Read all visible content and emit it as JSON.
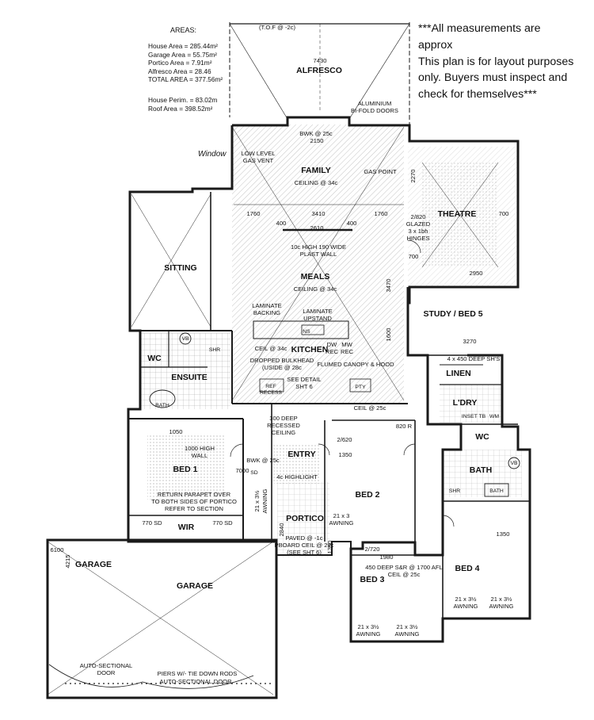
{
  "areas": {
    "heading": "AREAS:",
    "house_area": "House Area = 285.44m²",
    "garage_area": "Garage Area = 55.75m²",
    "portico_area": "Portico Area = 7.91m²",
    "alfresco_area": "Alfresco Area = 28.46",
    "total_area": "TOTAL AREA = 377.56m²",
    "house_perim": "House Perim. = 83.02m",
    "roof_area": "Roof Area = 398.52m²"
  },
  "disclaimer": {
    "line1": "***All measurements are",
    "line2": "approx",
    "line3": "This plan is for layout purposes",
    "line4": "only. Buyers must inspect and",
    "line5": "check for themselves***"
  },
  "rooms": {
    "alfresco": "ALFRESCO",
    "family": "FAMILY",
    "theatre": "THEATRE",
    "sitting": "SITTING",
    "meals": "MEALS",
    "kitchen": "KITCHEN",
    "study": "STUDY / BED 5",
    "linen": "LINEN",
    "ldry": "L'DRY",
    "ensuite": "ENSUITE",
    "wc1": "WC",
    "wc2": "WC",
    "bath1": "BATH",
    "bath2": "BATH",
    "bath3": "BATH",
    "bed1": "BED 1",
    "bed2": "BED 2",
    "bed3": "BED 3",
    "bed4": "BED 4",
    "entry": "ENTRY",
    "wir": "WIR",
    "portico": "PORTICO",
    "garage": "GARAGE",
    "garage2": "GARAGE"
  },
  "annotations": {
    "tof": "(T.O.F @ -2c)",
    "alfresco_w": "7430",
    "alu_doors_1": "ALUMINIUM",
    "alu_doors_2": "BI-FOLD DOORS",
    "bwk_1": "BWK @ 25c",
    "dim_2150": "2150",
    "low_level_1": "LOW LEVEL",
    "low_level_2": "GAS VENT",
    "window": "Window",
    "gas_point": "GAS POINT",
    "ceiling_family": "CEILING @ 34c",
    "dim_1760a": "1760",
    "dim_3410": "3410",
    "dim_1760b": "1760",
    "dim_400a": "400",
    "dim_2610": "2610",
    "dim_400b": "400",
    "plast_1": "10c HIGH 190 WIDE",
    "plast_2": "PLAST WALL",
    "ceiling_meals": "CEILING @ 34c",
    "dim_3470": "3470",
    "glazed_1": "2/820",
    "glazed_2": "GLAZED",
    "glazed_3": "3 x 1bh",
    "glazed_4": "HINGES",
    "dim_700a": "700",
    "dim_700b": "700",
    "dim_2950": "2950",
    "dim_2270": "2270",
    "laminate_backing_1": "LAMINATE",
    "laminate_backing_2": "BACKING",
    "laminate_upstand_1": "LAMINATE",
    "laminate_upstand_2": "UPSTAND",
    "ceil_kitchen": "CEIL @ 34c",
    "dw": "DW",
    "rec1": "REC",
    "mw": "MW",
    "rec2": "REC",
    "dropped_1": "DROPPED BULKHEAD",
    "dropped_2": "(USIDE @ 28c",
    "flumed": "FLUMED CANOPY & HOOD",
    "dim_1600": "1600",
    "dim_3270": "3270",
    "shelves": "4 x 450 DEEP SH'S",
    "ref": "REF",
    "recess": "RECESS",
    "pty": "PTY",
    "see_detail_1": "SEE DETAIL",
    "see_detail_2": "SHT 6",
    "ceil_25": "CEIL @ 25c",
    "recessed_1": "300 DEEP",
    "recessed_2": "RECESSED",
    "recessed_3": "CEILING",
    "dim_1050": "1050",
    "dim_1000_1": "1000 HIGH",
    "dim_1000_2": "WALL",
    "return_1": "RETURN PARAPET OVER",
    "return_2": "TO BOTH SIDES OF PORTICO",
    "return_3": "REFER TO SECTION",
    "dim_770a": "770 SD",
    "dim_770b": "770 SD",
    "dim_1350a": "1350",
    "dim_1350b": "1350",
    "awning_1": "21 x 3½",
    "awning_2": "AWNING",
    "awning_3": "21 x 3",
    "awning_4": "AWNING",
    "dim_820": "820 R",
    "dim_2620": "2/620",
    "dim_1980": "1980",
    "dim_2720": "2/720",
    "sar_1": "450 DEEP S&R @ 1700 AFL",
    "sar_2": "CEIL @ 25c",
    "paved_1": "PAVED @ -1c",
    "paved_2": "PBOARD CEIL @ 29c",
    "paved_3": "(SEE SHT 6)",
    "bwk_4": "BWK @ 25c",
    "highlight": "4c HIGHLIGHT",
    "dim_2840": "2840",
    "dim_1350c": "1350",
    "aw_bed3_1": "21 x 3½",
    "aw_bed3_2": "AWNING",
    "aw_bed3_3": "21 x 3½",
    "aw_bed3_4": "AWNING",
    "aw_bed4_1": "21 x 3½",
    "aw_bed4_2": "AWNING",
    "aw_bed4_3": "21 x 3½",
    "aw_bed4_4": "AWNING",
    "auto_door_1": "AUTO-SECTIONAL",
    "auto_door_2": "DOOR",
    "piers": "PIERS W/- TIE DOWN RODS",
    "auto_door_3": "AUTO-SECTIONAL DOOR",
    "dim_6100": "6100",
    "dim_4215": "4215",
    "dim_7000": "7000",
    "sd": "SD",
    "vb1": "VB",
    "vb2": "VB",
    "ns": "NS",
    "wm": "WM",
    "tub": "INSET TB",
    "shr1": "SHR",
    "shr2": "SHR"
  },
  "colors": {
    "line": "#1a1a1a",
    "hatch": "#8a8a8a"
  }
}
